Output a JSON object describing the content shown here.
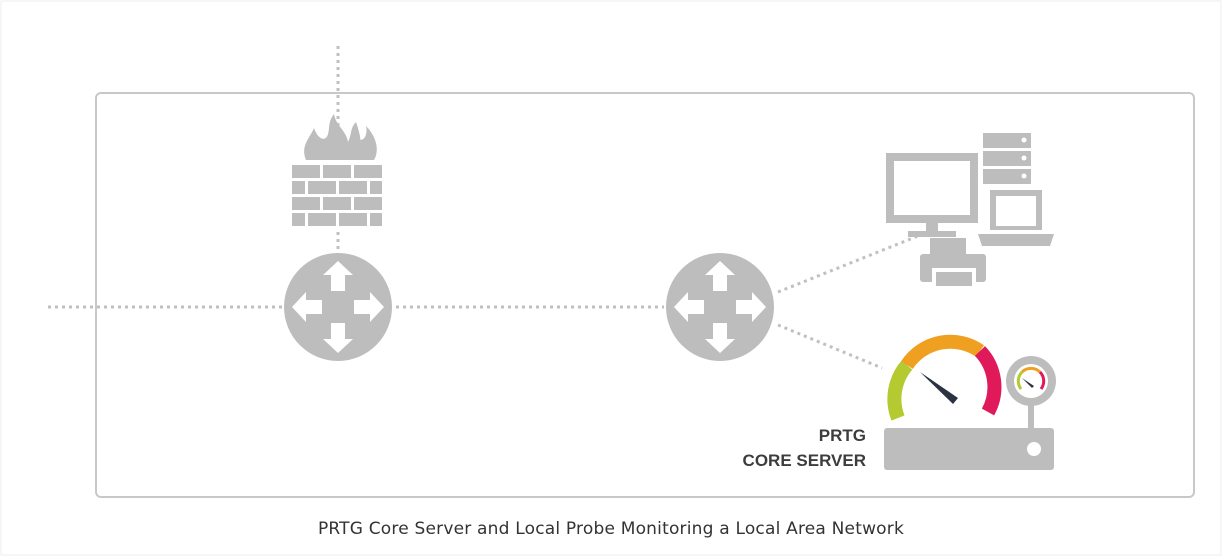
{
  "diagram": {
    "server_label_line1": "PRTG",
    "server_label_line2": "CORE SERVER",
    "caption": "PRTG Core Server and Local Probe Monitoring a Local Area Network"
  },
  "colors": {
    "icon_gray": "#bdbdbd",
    "frame_border": "#c8c8c8",
    "gauge_green": "#b5c930",
    "gauge_orange": "#f0a020",
    "gauge_red": "#e0195a",
    "needle": "#2b3340"
  },
  "icons": [
    "firewall-icon",
    "router-icon",
    "desktop-computer-icon",
    "server-rack-icon",
    "laptop-icon",
    "printer-icon",
    "gauge-icon"
  ]
}
